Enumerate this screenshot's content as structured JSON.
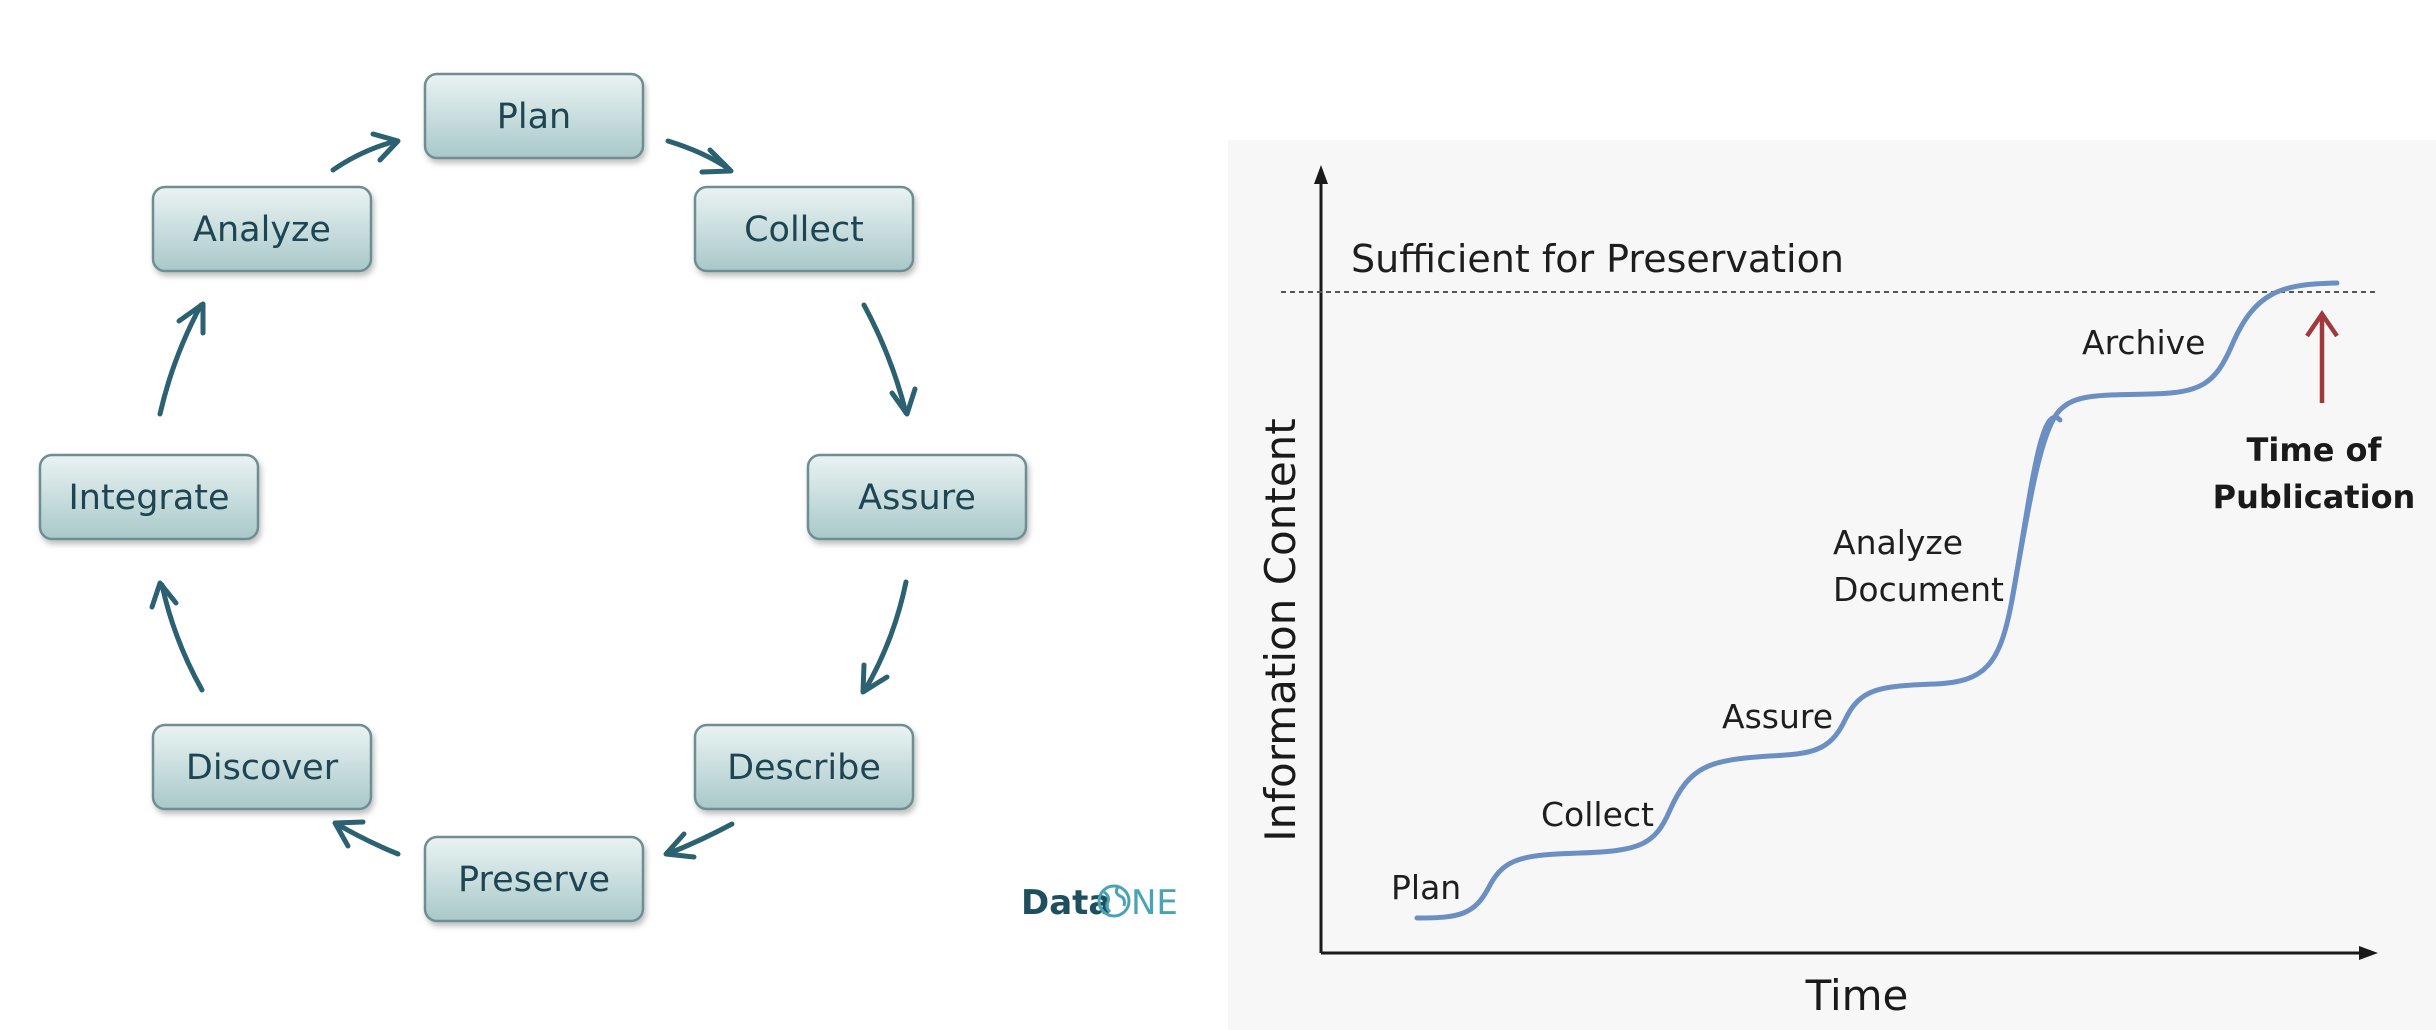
{
  "lifecycle": {
    "stages": [
      "Plan",
      "Collect",
      "Assure",
      "Describe",
      "Preserve",
      "Discover",
      "Integrate",
      "Analyze"
    ],
    "logo": {
      "text_a": "Data",
      "text_b": "NE",
      "color_dark": "#1d4f5f",
      "color_accent": "#4aa3b5"
    }
  },
  "growth_chart": {
    "threshold_label": "Sufficient for Preservation",
    "ylabel": "Information Content",
    "xlabel": "Time",
    "steps": [
      "Plan",
      "Collect",
      "Assure",
      "Analyze",
      "Document",
      "Archive"
    ],
    "publication_line1": "Time of",
    "publication_line2": "Publication"
  },
  "colors": {
    "box_top": "#eaf3f3",
    "box_bottom": "#a9c8c9",
    "arrow": "#2b6171",
    "curve": "#6b8fc2",
    "publication_arrow": "#a0393c",
    "chart_bg": "#f7f7f7"
  }
}
